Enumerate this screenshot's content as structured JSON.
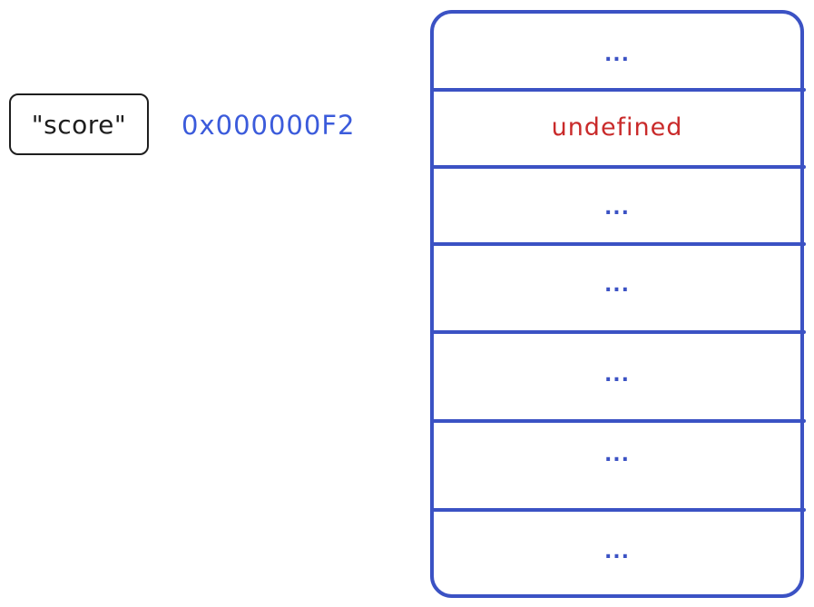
{
  "key": {
    "label": "\"score\""
  },
  "address": {
    "value": "0x000000F2"
  },
  "memory": {
    "cells": [
      {
        "text": "..."
      },
      {
        "text": "undefined"
      },
      {
        "text": "..."
      },
      {
        "text": "..."
      },
      {
        "text": "..."
      },
      {
        "text": "..."
      },
      {
        "text": "..."
      }
    ]
  },
  "colors": {
    "memory_border": "#3b52c4",
    "address_text": "#3b5bdb",
    "undefined_text": "#c92a2a",
    "key_border": "#1e1e1e"
  }
}
